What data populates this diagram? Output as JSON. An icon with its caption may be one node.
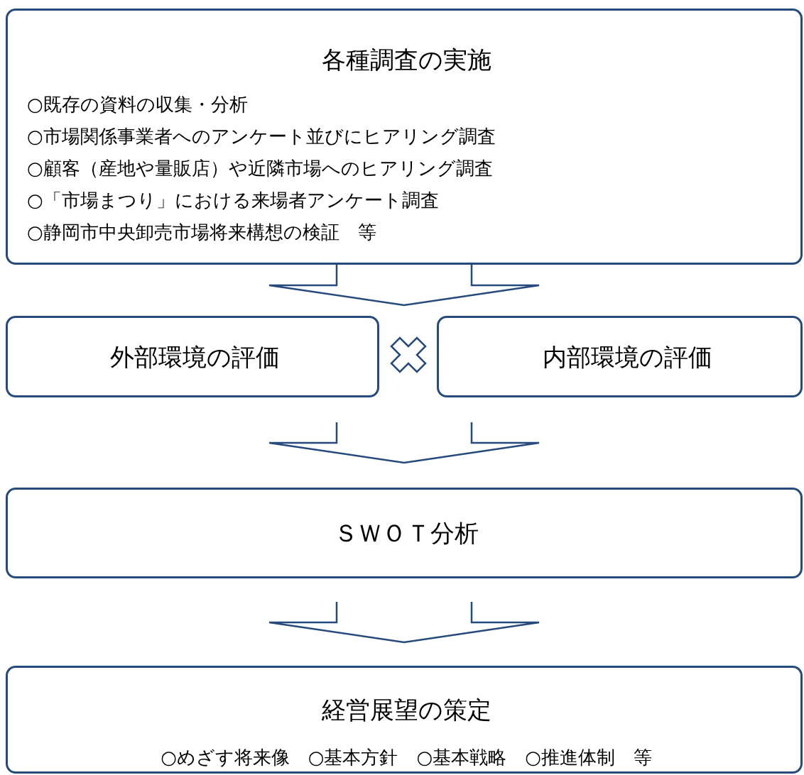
{
  "diagram": {
    "nodes": [
      {
        "text": [
          "各種調査の実施",
          "○既存の資料の収集・分析",
          "○市場関係事業者へのアンケート並びにヒアリング調査",
          "○顧客（産地や量販店）や近隣市場へのヒアリング調査",
          "○「市場まつり」における来場者アンケート調査",
          "○静岡市中央卸売市場将来構想の検証　等"
        ]
      },
      {
        "text": [
          "外部環境の評価"
        ]
      },
      {
        "text": [
          "内部環境の評価"
        ]
      },
      {
        "text": [
          "ＳＷＯＴ分析"
        ]
      },
      {
        "text": [
          "経営展望の策定",
          "○めざす将来像　○基本方針　○基本戦略　○推進体制　等"
        ]
      }
    ],
    "edges": [
      {
        "from": 0,
        "to": 1,
        "arrow": "to"
      },
      {
        "from": 0,
        "to": 2,
        "arrow": "to"
      },
      {
        "from": 1,
        "to": 3,
        "arrow": "to"
      },
      {
        "from": 2,
        "to": 3,
        "arrow": "to"
      },
      {
        "from": 3,
        "to": 4,
        "arrow": "to"
      }
    ]
  }
}
